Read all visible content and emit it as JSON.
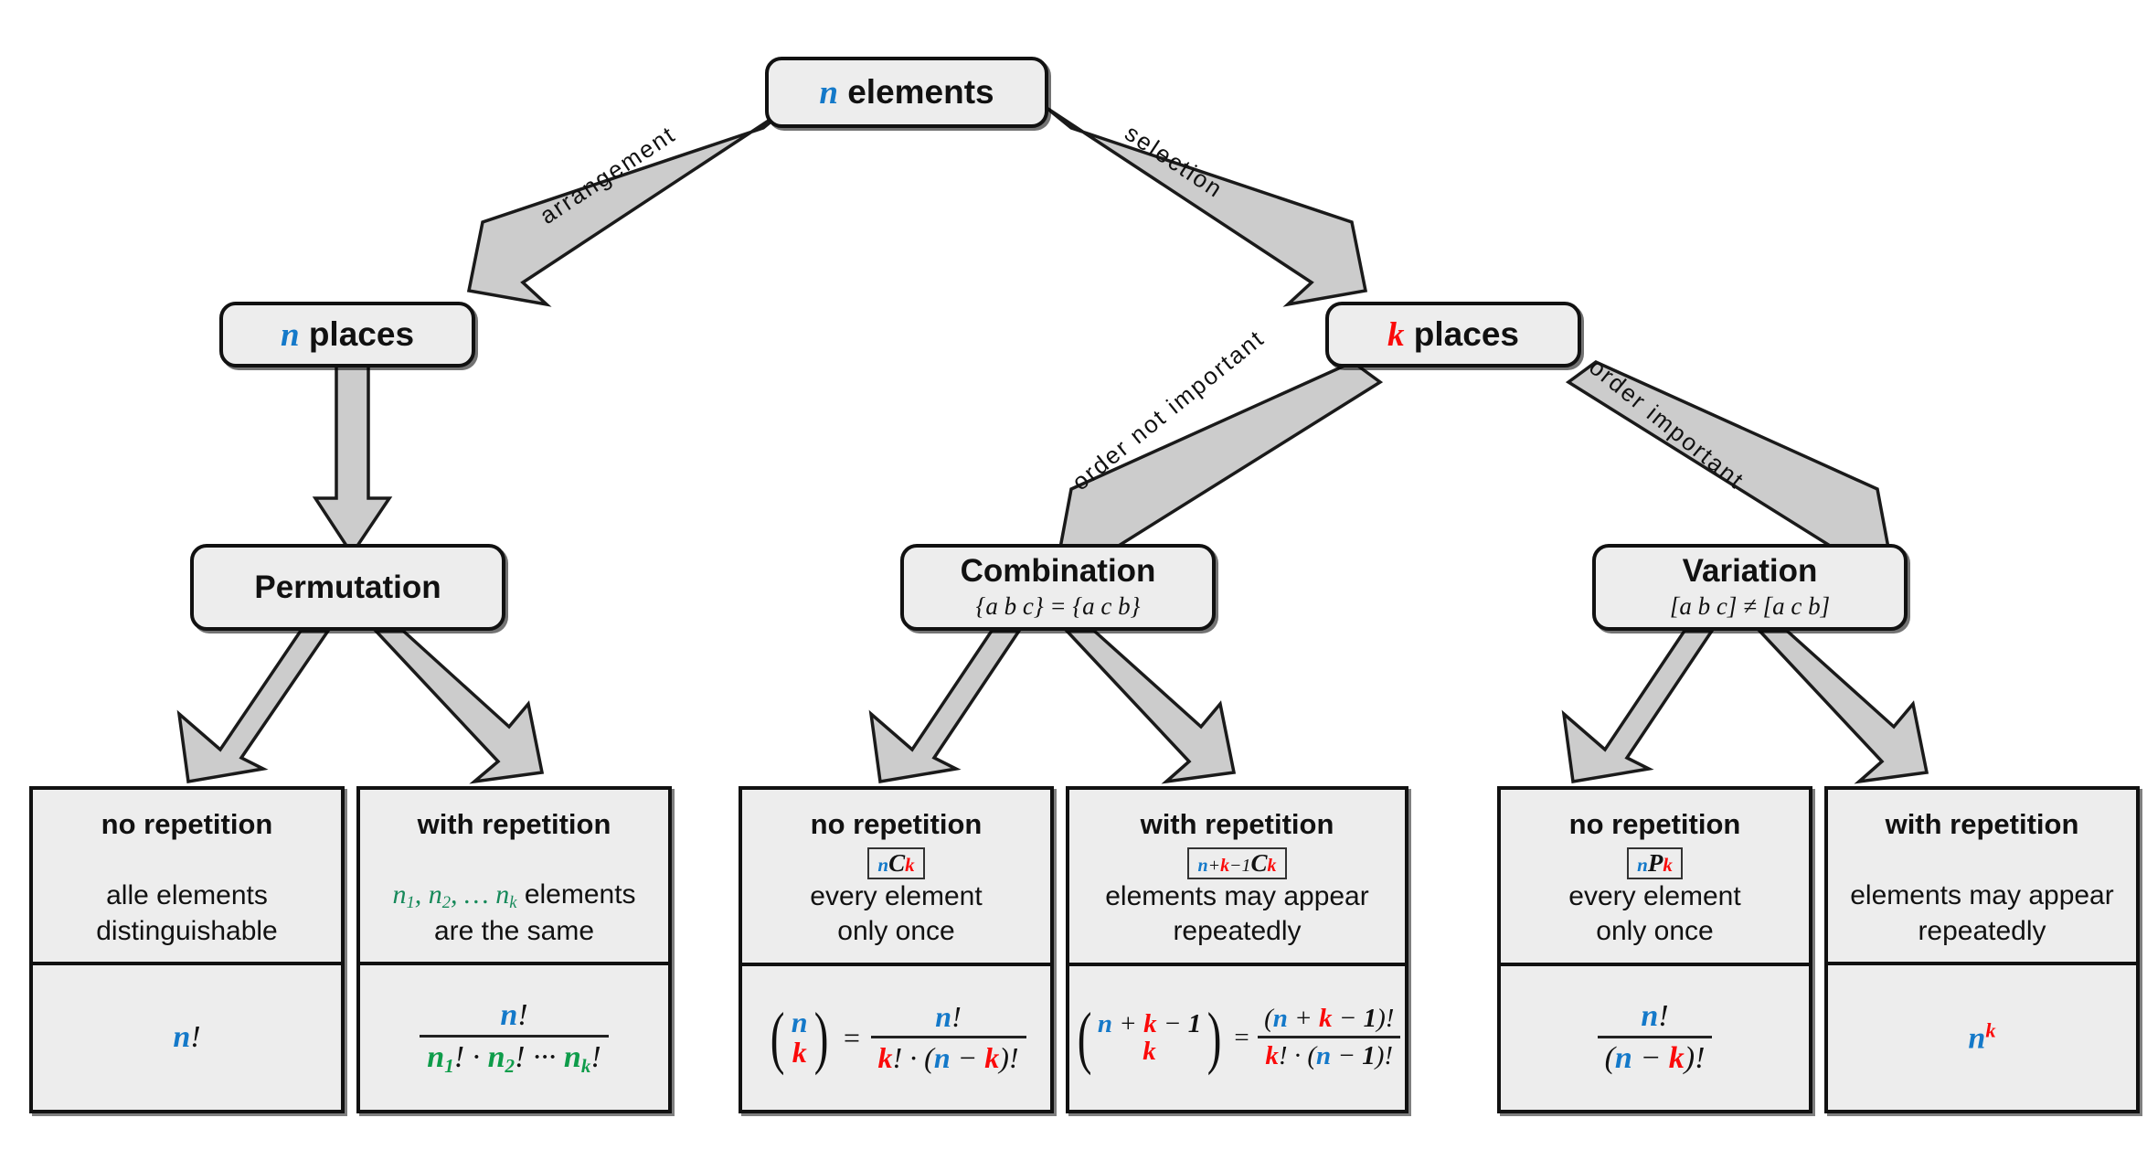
{
  "diagram": {
    "title": "Combinatorics decision tree",
    "colors": {
      "n": "#1479c9",
      "k": "#fb0a0a",
      "ni": "#0e9c4a",
      "node_fill": "#ededed",
      "border": "#111111",
      "arrow_fill": "#cccccc"
    }
  },
  "nodes": {
    "root": {
      "label_var": "n",
      "label_text": "elements"
    },
    "left_mid": {
      "label_var": "n",
      "label_text": "places"
    },
    "right_mid": {
      "label_var": "k",
      "label_text": "places"
    },
    "permutation": {
      "title": "Permutation",
      "subtitle": ""
    },
    "combination": {
      "title": "Combination",
      "subtitle": "{a b c} = {a c b}"
    },
    "variation": {
      "title": "Variation",
      "subtitle": "[a b c] ≠ [a c b]"
    }
  },
  "edges": {
    "arrangement": "arrangement",
    "selection": "selection",
    "order_not_important": "order not important",
    "order_important": "order important"
  },
  "leaves": [
    {
      "id": "perm-no-rep",
      "header": "no repetition",
      "notation": "",
      "description": [
        "alle elements",
        "distinguishable"
      ],
      "formula": "n!"
    },
    {
      "id": "perm-with-rep",
      "header": "with repetition",
      "notation": "",
      "description": [
        "n1, n2, ... nk elements",
        "are the same"
      ],
      "formula": "n! / (n1! · n2! ··· nk!)"
    },
    {
      "id": "comb-no-rep",
      "header": "no repetition",
      "notation": "nCk",
      "description": [
        "every element",
        "only once"
      ],
      "formula": "(n over k) = n! / (k! · (n − k)!)"
    },
    {
      "id": "comb-with-rep",
      "header": "with repetition",
      "notation": "n+k−1Ck",
      "description": [
        "elements may appear",
        "repeatedly"
      ],
      "formula": "(n + k − 1 over k) = (n + k − 1)! / (k! · (n − 1)!)"
    },
    {
      "id": "var-no-rep",
      "header": "no repetition",
      "notation": "nPk",
      "description": [
        "every element",
        "only once"
      ],
      "formula": "n! / (n − k)!"
    },
    {
      "id": "var-with-rep",
      "header": "with repetition",
      "notation": "",
      "description": [
        "elements may appear",
        "repeatedly"
      ],
      "formula": "n^k"
    }
  ]
}
